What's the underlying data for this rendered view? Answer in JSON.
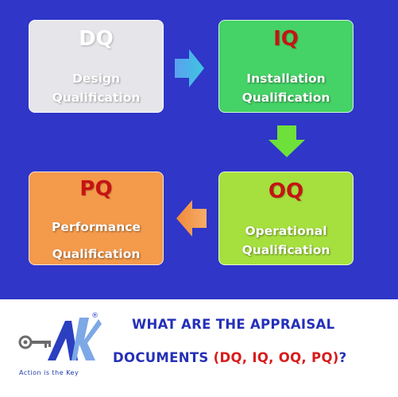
{
  "colors": {
    "background_blue": "#2f36c8",
    "dq_box": "#e6e6ea",
    "iq_box": "#45d266",
    "oq_box": "#a6e03e",
    "pq_box": "#f49a4b",
    "code_red": "#c41414",
    "heading_blue": "#2530b8",
    "heading_red": "#d91c1c"
  },
  "boxes": {
    "dq": {
      "code": "DQ",
      "line1": "Design",
      "line2": "Qualification"
    },
    "iq": {
      "code": "IQ",
      "line1": "Installation",
      "line2": "Qualification"
    },
    "oq": {
      "code": "OQ",
      "line1": "Operational",
      "line2": "Qualification"
    },
    "pq": {
      "code": "PQ",
      "line1": "Performance",
      "line2": "Qualification"
    }
  },
  "arrows": [
    "arrow-right-icon",
    "arrow-down-icon",
    "arrow-left-icon"
  ],
  "logo": {
    "letters": "AK",
    "registered": "®",
    "tagline": "Action is the Key"
  },
  "heading": {
    "line1": "WHAT ARE THE APPRAISAL",
    "line2_prefix": "DOCUMENTS ",
    "line2_highlight": "(DQ, IQ, OQ, PQ)",
    "line2_suffix": "?"
  }
}
